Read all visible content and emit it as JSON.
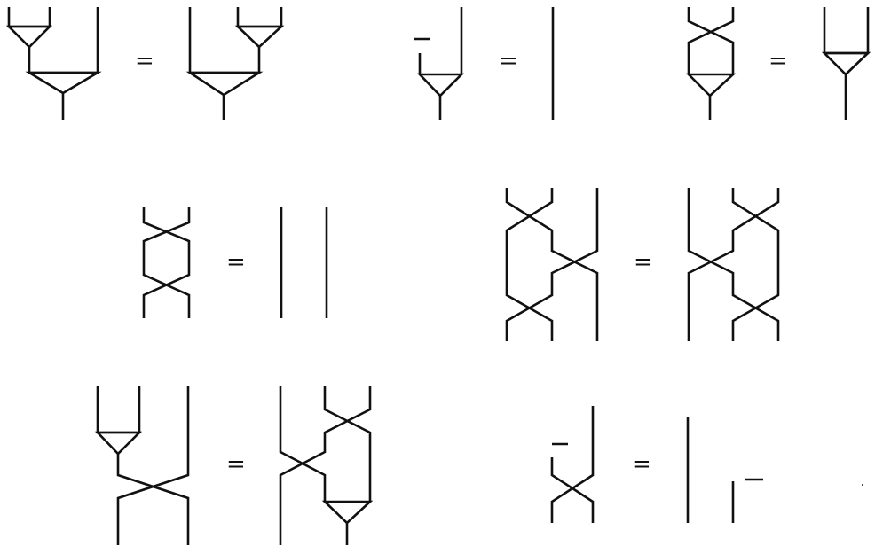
{
  "equations": [
    {
      "id": "associativity",
      "symbol": "="
    },
    {
      "id": "unit",
      "symbol": "="
    },
    {
      "id": "commutativity",
      "symbol": "="
    },
    {
      "id": "swap-involution",
      "symbol": "="
    },
    {
      "id": "yang-baxter",
      "symbol": "="
    },
    {
      "id": "naturality-multiplication",
      "symbol": "="
    },
    {
      "id": "naturality-unit",
      "symbol": "="
    }
  ],
  "colors": {
    "ink": "#111111",
    "background": "#ffffff"
  }
}
